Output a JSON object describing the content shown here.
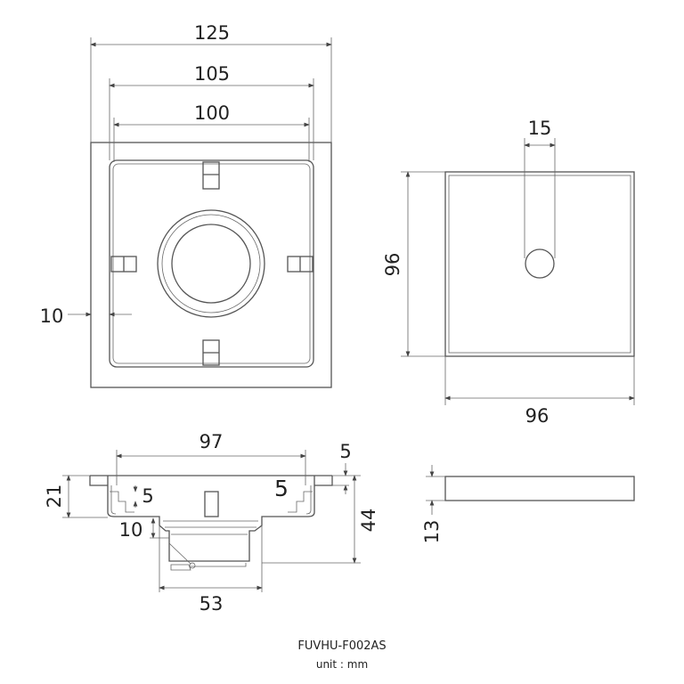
{
  "top_view": {
    "dims": {
      "outer": "125",
      "inner_frame": "105",
      "opening": "100",
      "margin": "10"
    }
  },
  "cover_view": {
    "dims": {
      "hole": "15",
      "height": "96",
      "width": "96"
    }
  },
  "section_view": {
    "dims": {
      "width": "97",
      "flange_top": "5",
      "height_left": "21",
      "step_left": "5",
      "step_right": "5",
      "drop": "10",
      "total_height": "44",
      "drain_width": "53"
    }
  },
  "cover_side_view": {
    "dims": {
      "thickness": "13"
    }
  },
  "caption": {
    "model": "FUVHU-F002AS",
    "unit": "unit : mm"
  },
  "colors": {
    "line": "#555555",
    "text": "#222222"
  }
}
